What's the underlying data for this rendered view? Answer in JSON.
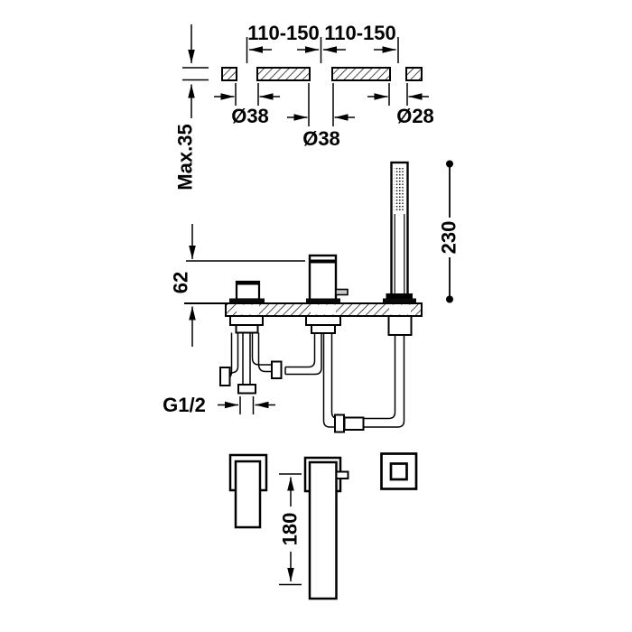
{
  "drawing": {
    "type": "bath-mixer-installation-diagram",
    "labels": {
      "span_left": "110-150",
      "span_right": "110-150",
      "dia_left": "Ø38",
      "dia_center": "Ø38",
      "dia_right": "Ø28",
      "deck_thickness": "Max.35",
      "spout_height": "62",
      "handshower_height": "230",
      "thread": "G1/2",
      "spout_length": "180"
    },
    "colors": {
      "line": "#000000",
      "background": "#ffffff"
    }
  }
}
